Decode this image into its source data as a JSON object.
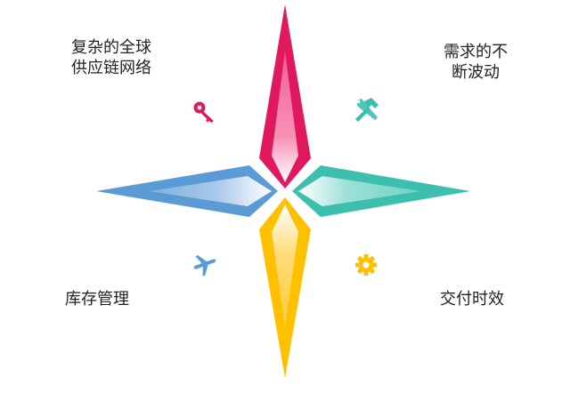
{
  "quadrants": {
    "top_left": {
      "lines": [
        "复杂的全球",
        "供应链网络"
      ],
      "icon": "key-icon",
      "color": "#E0195E"
    },
    "top_right": {
      "lines": [
        "需求的不",
        "断波动"
      ],
      "icon": "tools-icon",
      "color": "#3DBFB0"
    },
    "bottom_left": {
      "lines": [
        "库存管理"
      ],
      "icon": "airplane-icon",
      "color": "#5B9BD5"
    },
    "bottom_right": {
      "lines": [
        "交付时效"
      ],
      "icon": "gear-icon",
      "color": "#FFC000"
    }
  },
  "star_colors": {
    "top": "#E0195E",
    "right": "#3DBFB0",
    "bottom": "#FFC000",
    "left": "#5B9BD5"
  }
}
